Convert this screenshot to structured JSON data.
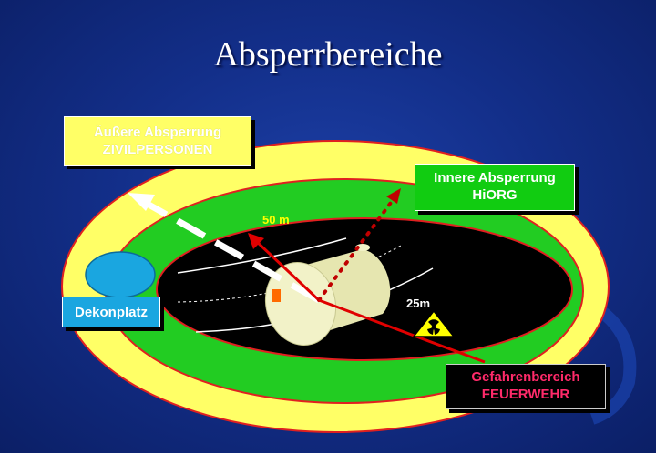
{
  "slide": {
    "title": "Absperrbereiche"
  },
  "labels": {
    "outer_zone": {
      "line1": "Äußere Absperrung",
      "line2": "ZIVILPERSONEN"
    },
    "inner_zone": {
      "line1": "Innere Absperrung",
      "line2": "HiORG"
    },
    "decon": "Dekonplatz",
    "danger_zone": {
      "line1": "Gefahrenbereich",
      "line2": "FEUERWEHR"
    }
  },
  "distances": {
    "outer": "50 m",
    "inner": "25m"
  },
  "icons": [
    "radiation-warning-icon",
    "tank-icon"
  ],
  "colors": {
    "outer_ring": "#ffff66",
    "inner_ring": "#22cc22",
    "danger_core": "#000000",
    "ring_border": "#e02020",
    "arrow_red": "#e00000",
    "arrow_white": "#ffffff",
    "arrow_dotted": "#c00000",
    "distance_text": "#ffff00",
    "decon_circle": "#1aa6e0"
  }
}
